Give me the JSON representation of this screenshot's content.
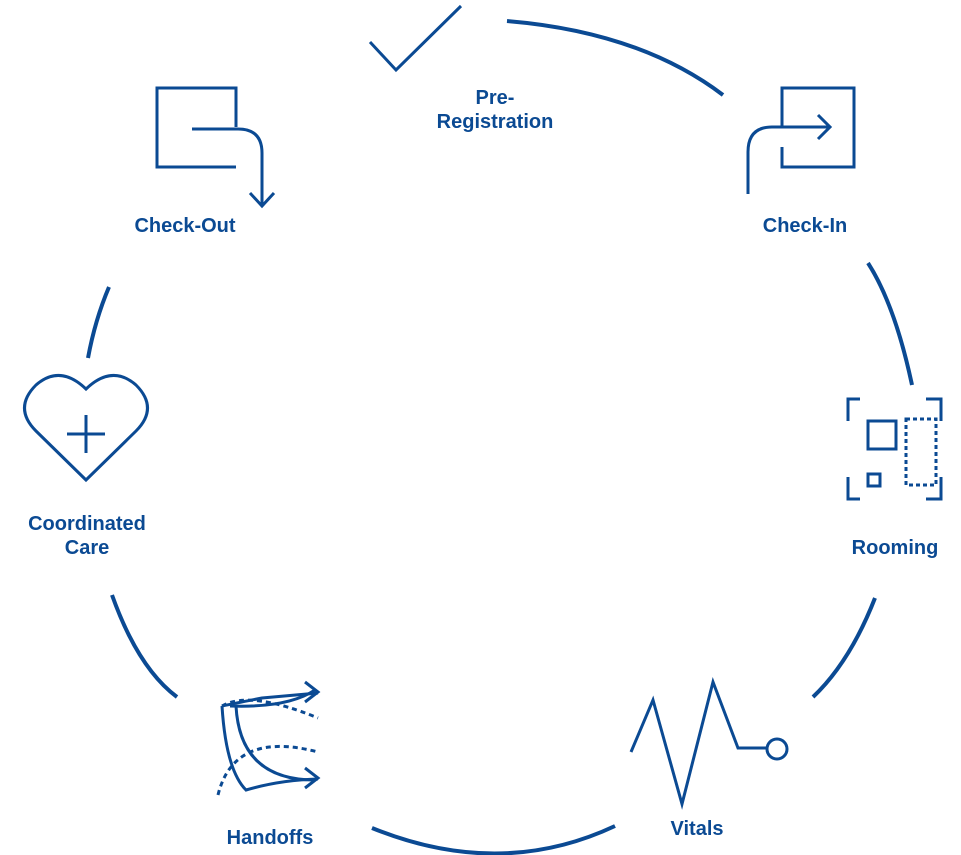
{
  "colors": {
    "primary": "#0b4a93"
  },
  "steps": [
    {
      "id": "pre-registration",
      "lines": [
        "Pre-",
        "Registration"
      ],
      "icon": "checkmark-icon"
    },
    {
      "id": "check-in",
      "lines": [
        "Check-In"
      ],
      "icon": "enter-arrow-icon"
    },
    {
      "id": "rooming",
      "lines": [
        "Rooming"
      ],
      "icon": "room-layout-icon"
    },
    {
      "id": "vitals",
      "lines": [
        "Vitals"
      ],
      "icon": "heartbeat-icon"
    },
    {
      "id": "handoffs",
      "lines": [
        "Handoffs"
      ],
      "icon": "crossing-arrows-icon"
    },
    {
      "id": "coordinated-care",
      "lines": [
        "Coordinated",
        "Care"
      ],
      "icon": "heart-plus-icon"
    },
    {
      "id": "check-out",
      "lines": [
        "Check-Out"
      ],
      "icon": "exit-arrow-icon"
    }
  ]
}
